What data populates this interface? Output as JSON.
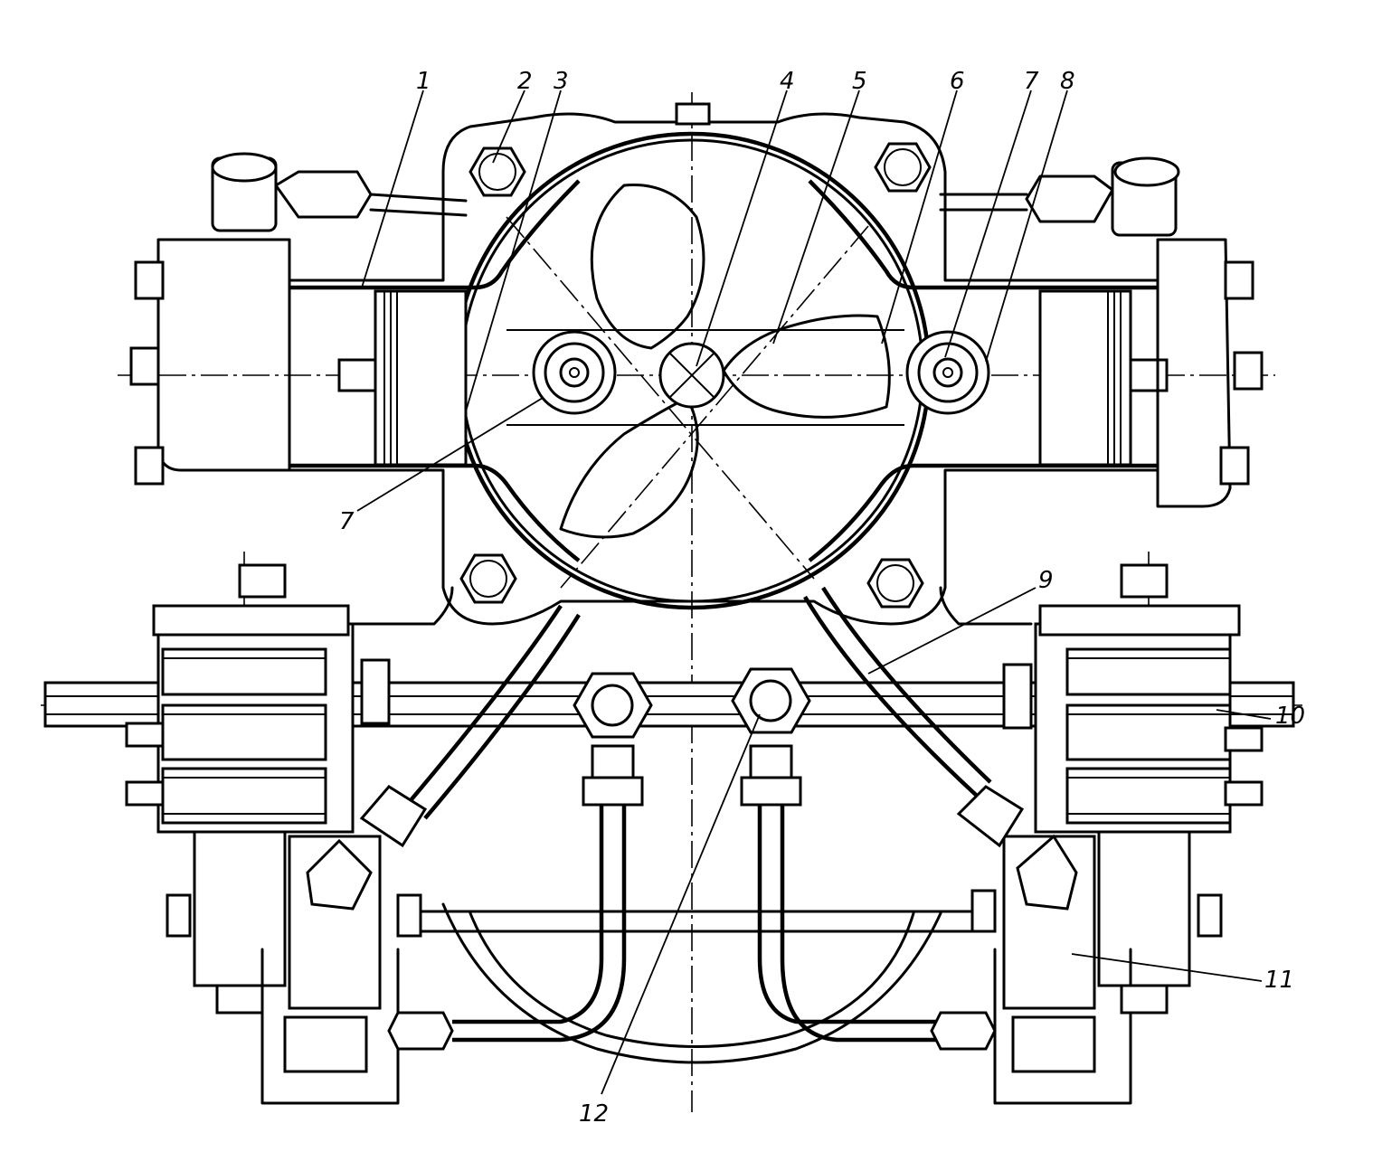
{
  "callouts": [
    {
      "id": "c1",
      "text": "1"
    },
    {
      "id": "c2",
      "text": "2"
    },
    {
      "id": "c3",
      "text": "3"
    },
    {
      "id": "c4",
      "text": "4"
    },
    {
      "id": "c5",
      "text": "5"
    },
    {
      "id": "c6",
      "text": "6"
    },
    {
      "id": "c7a",
      "text": "7"
    },
    {
      "id": "c8",
      "text": "8"
    },
    {
      "id": "c7b",
      "text": "7"
    },
    {
      "id": "c9",
      "text": "9"
    },
    {
      "id": "c10",
      "text": "10"
    },
    {
      "id": "c11",
      "text": "11"
    },
    {
      "id": "c12",
      "text": "12"
    }
  ]
}
